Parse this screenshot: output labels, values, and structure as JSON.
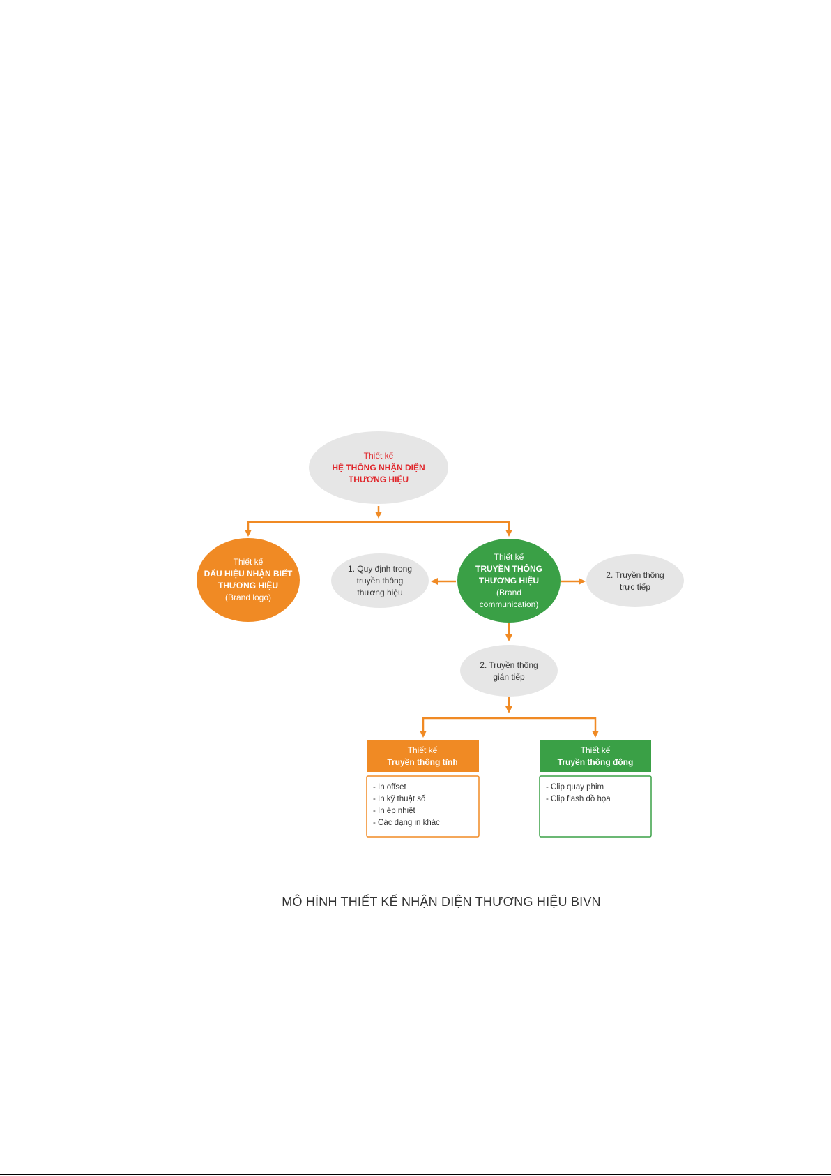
{
  "colors": {
    "accent_red": "#e0262b",
    "orange": "#f08a24",
    "green": "#3aa046",
    "grey": "#e6e6e6",
    "connector": "#f08a24"
  },
  "root": {
    "line1": "Thiết kế",
    "line2": "HỆ THỐNG NHẬN DIỆN",
    "line3": "THƯƠNG HIỆU"
  },
  "brand_logo": {
    "line1": "Thiết kế",
    "line2": "DẤU HIỆU NHẬN BIẾT",
    "line3": "THƯƠNG HIỆU",
    "line4": "(Brand logo)"
  },
  "brand_comm": {
    "line1": "Thiết kế",
    "line2": "TRUYỀN THÔNG",
    "line3": "THƯƠNG HIỆU",
    "line4": "(Brand",
    "line5": "communication)"
  },
  "rules": {
    "line1": "1. Quy định trong",
    "line2": "truyền thông",
    "line3": "thương hiệu"
  },
  "direct": {
    "line1": "2. Truyền thông",
    "line2": "trực tiếp"
  },
  "indirect": {
    "line1": "2. Truyền thông",
    "line2": "gián tiếp"
  },
  "static_box": {
    "title1": "Thiết kế",
    "title2": "Truyền thông tĩnh",
    "items": [
      "- In offset",
      "- In kỹ thuật số",
      "- In ép nhiệt",
      "- Các dạng in khác"
    ]
  },
  "dynamic_box": {
    "title1": "Thiết kế",
    "title2": "Truyền thông động",
    "items": [
      "- Clip quay phim",
      "- Clip flash đồ họa"
    ]
  },
  "caption": "MÔ HÌNH THIẾT KẾ NHẬN DIỆN THƯƠNG HIỆU BIVN"
}
